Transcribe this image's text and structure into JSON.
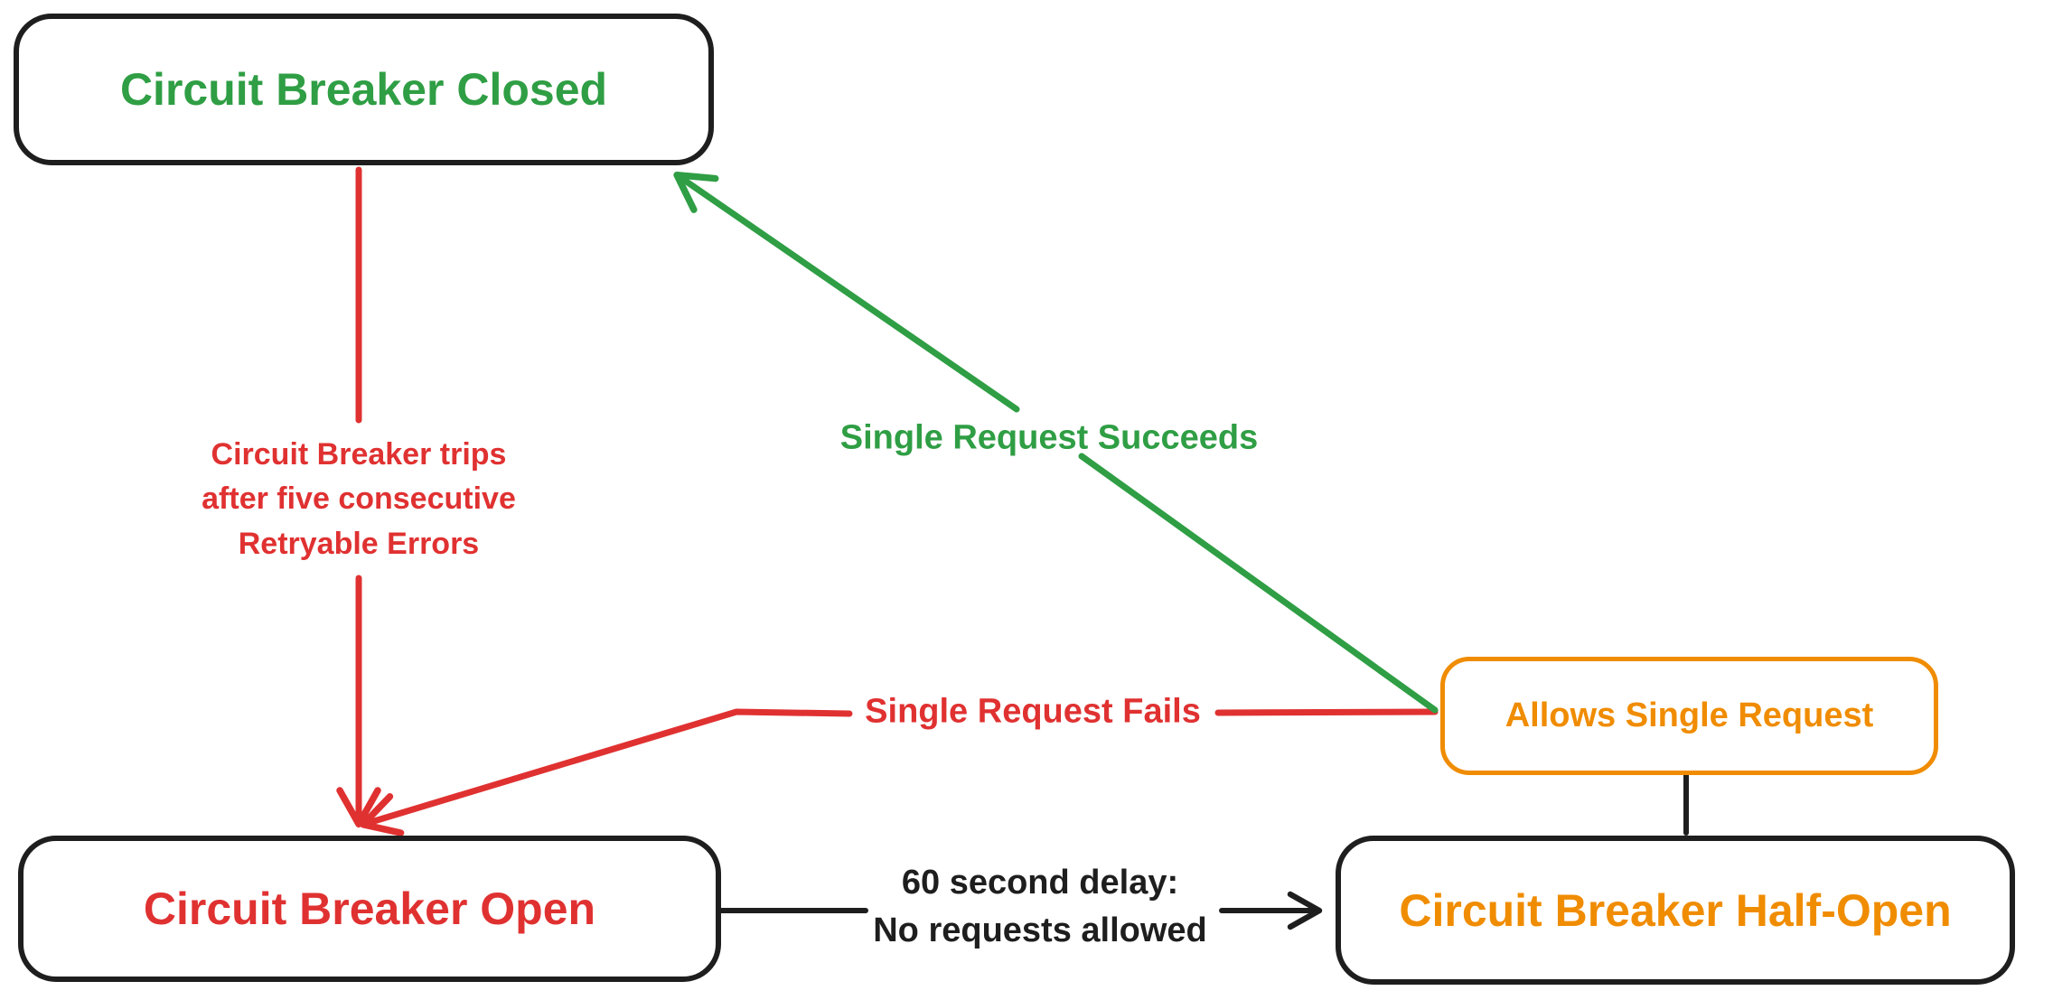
{
  "canvas": {
    "background": "#ffffff"
  },
  "colors": {
    "green": "#2f9e44",
    "red": "#e03131",
    "orange": "#f08c00",
    "black": "#1e1e1e"
  },
  "nodes": {
    "closed": {
      "label": "Circuit Breaker Closed",
      "text_color": "#2f9e44",
      "border_color": "#1e1e1e"
    },
    "open": {
      "label": "Circuit Breaker Open",
      "text_color": "#e03131",
      "border_color": "#1e1e1e"
    },
    "half_open": {
      "label": "Circuit Breaker Half-Open",
      "text_color": "#f08c00",
      "border_color": "#1e1e1e"
    },
    "allows_single_request": {
      "label": "Allows Single Request",
      "text_color": "#f08c00",
      "border_color": "#f08c00"
    }
  },
  "edges": {
    "trips": {
      "label": "Circuit Breaker trips\nafter five consecutive\nRetryable Errors",
      "color": "#e03131",
      "from": "closed",
      "to": "open",
      "arrow": true
    },
    "succeeds": {
      "label": "Single Request Succeeds",
      "color": "#2f9e44",
      "from": "allows_single_request",
      "to": "closed",
      "arrow": true
    },
    "fails": {
      "label": "Single Request Fails",
      "color": "#e03131",
      "from": "allows_single_request",
      "to": "open",
      "arrow": true
    },
    "delay": {
      "label": "60 second delay:\nNo requests allowed",
      "color": "#1e1e1e",
      "from": "open",
      "to": "half_open",
      "arrow": true
    },
    "connector": {
      "label": "",
      "color": "#1e1e1e",
      "from": "allows_single_request",
      "to": "half_open",
      "arrow": false
    }
  }
}
